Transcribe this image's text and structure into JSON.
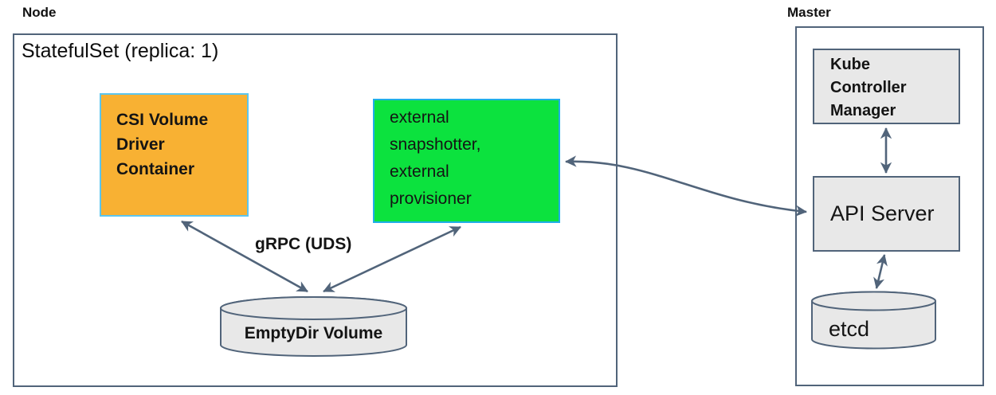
{
  "node_section": {
    "title": "Node",
    "statefulset_title": "StatefulSet (replica: 1)",
    "csi_container": {
      "full_text": "CSI Volume Driver Container",
      "lines": [
        "CSI Volume",
        "Driver",
        "Container"
      ]
    },
    "sidecars": {
      "full_text": "external snapshotter, external provisioner",
      "lines": [
        "external",
        "snapshotter,",
        "external",
        "provisioner"
      ]
    },
    "grpc_label": "gRPC (UDS)",
    "emptydir": {
      "label": "EmptyDir Volume"
    }
  },
  "master_section": {
    "title": "Master",
    "kcm": {
      "full_text": "Kube Controller Manager",
      "lines": [
        "Kube",
        "Controller",
        "Manager"
      ]
    },
    "api_server": {
      "label": "API Server"
    },
    "etcd": {
      "label": "etcd"
    }
  },
  "connections": [
    {
      "from": "csi-volume-driver-container",
      "to": "emptydir-volume",
      "via": "gRPC (UDS)",
      "bidirectional": true
    },
    {
      "from": "external-snapshotter-provisioner",
      "to": "emptydir-volume",
      "via": "gRPC (UDS)",
      "bidirectional": true
    },
    {
      "from": "external-snapshotter-provisioner",
      "to": "api-server",
      "bidirectional": true
    },
    {
      "from": "kube-controller-manager",
      "to": "api-server",
      "bidirectional": true
    },
    {
      "from": "api-server",
      "to": "etcd",
      "bidirectional": true
    }
  ],
  "colors": {
    "outline_slate": "#51647a",
    "arrow": "#51647a",
    "csi_fill": "#f8b133",
    "csi_border": "#5cc6ef",
    "sidecar_fill": "#0ce23e",
    "sidecar_border": "#20aee8",
    "gray_fill": "#e8e8e8",
    "text": "#141414",
    "background": "#ffffff"
  }
}
